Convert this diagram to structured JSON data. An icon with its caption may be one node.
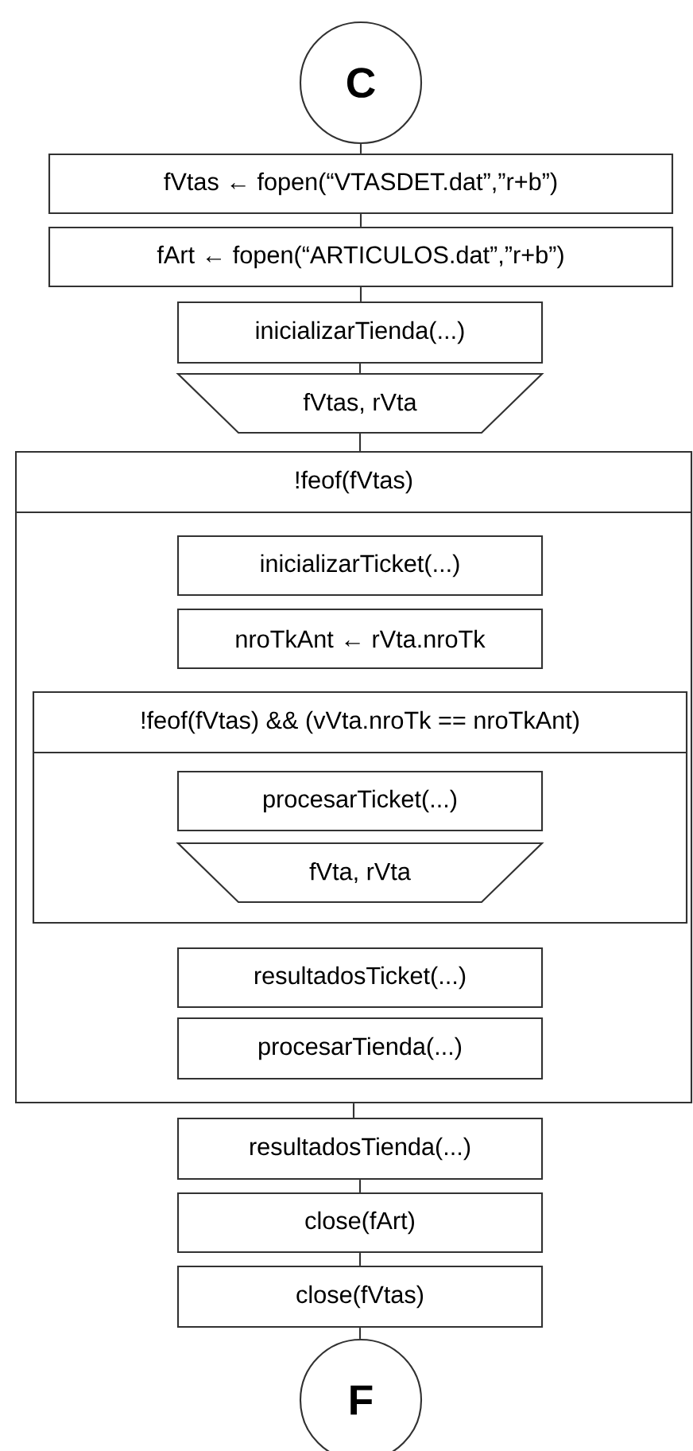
{
  "diagram": {
    "nodes": [
      {
        "text": [
          "C"
        ]
      },
      {
        "text": [
          "fVtas ← fopen(“VTASDET.dat”,”r+b”)"
        ]
      },
      {
        "text": [
          "fArt ← fopen(“ARTICULOS.dat”,”r+b”)"
        ]
      },
      {
        "text": [
          "inicializarTienda(...)"
        ]
      },
      {
        "text": [
          "fVtas, rVta"
        ]
      },
      {
        "text": [
          "!feof(fVtas)"
        ]
      },
      {
        "text": [
          "inicializarTicket(...)"
        ],
        "in": 5
      },
      {
        "text": [
          "nroTkAnt ← rVta.nroTk"
        ],
        "in": 5
      },
      {
        "text": [
          "!feof(fVtas) && (vVta.nroTk == nroTkAnt)"
        ],
        "in": 5
      },
      {
        "text": [
          "procesarTicket(...)"
        ],
        "in": 8
      },
      {
        "text": [
          "fVta, rVta"
        ],
        "in": 8
      },
      {
        "text": [
          "resultadosTicket(...)"
        ],
        "in": 5
      },
      {
        "text": [
          "procesarTienda(...)"
        ],
        "in": 5
      },
      {
        "text": [
          "resultadosTienda(...)"
        ]
      },
      {
        "text": [
          "close(fArt)"
        ]
      },
      {
        "text": [
          "close(fVtas)"
        ]
      },
      {
        "text": [
          "F"
        ]
      }
    ],
    "edges": [
      {
        "from": 0,
        "to": 1,
        "arrow": "none"
      },
      {
        "from": 1,
        "to": 2,
        "arrow": "none"
      },
      {
        "from": 2,
        "to": 3,
        "arrow": "none"
      },
      {
        "from": 3,
        "to": 4,
        "arrow": "none"
      },
      {
        "from": 4,
        "to": 5,
        "arrow": "none"
      },
      {
        "from": 5,
        "to": 13,
        "arrow": "none"
      },
      {
        "from": 13,
        "to": 14,
        "arrow": "none"
      },
      {
        "from": 14,
        "to": 15,
        "arrow": "none"
      },
      {
        "from": 15,
        "to": 16,
        "arrow": "none"
      }
    ]
  }
}
